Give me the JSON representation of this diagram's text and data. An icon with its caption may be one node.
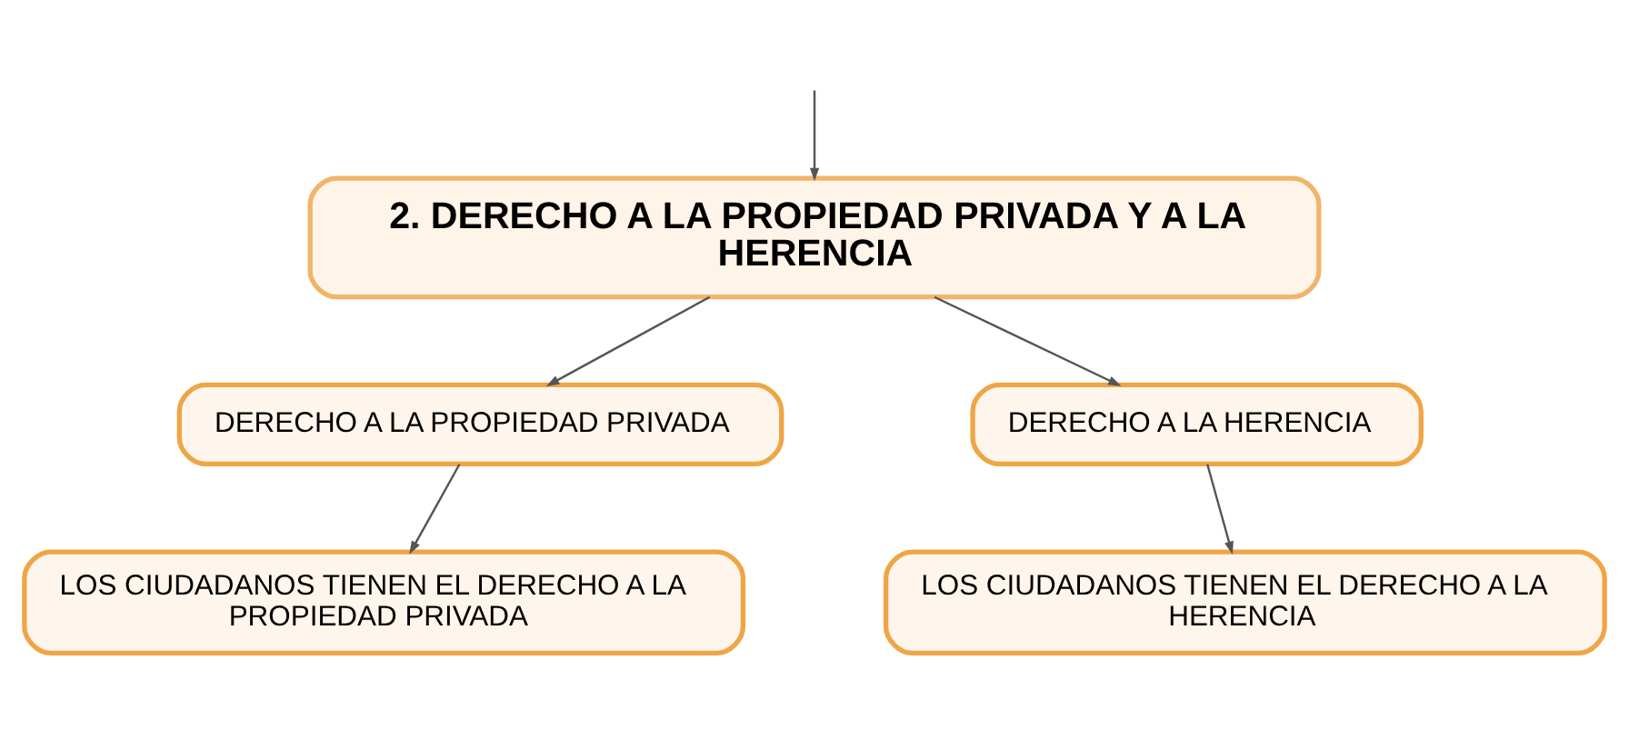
{
  "diagram": {
    "nodes": [
      {
        "text": [
          "2. DERECHO A LA PROPIEDAD PRIVADA Y A LA HERENCIA"
        ]
      },
      {
        "text": [
          "DERECHO A LA PROPIEDAD PRIVADA"
        ]
      },
      {
        "text": [
          "DERECHO A LA HERENCIA"
        ]
      },
      {
        "text": [
          "LOS CIUDADANOS TIENEN EL DERECHO A LA PROPIEDAD PRIVADA"
        ]
      },
      {
        "text": [
          "LOS CIUDADANOS TIENEN EL DERECHO A LA HERENCIA"
        ]
      }
    ],
    "edges": [
      {
        "from": null,
        "to": 0,
        "arrow": "to"
      },
      {
        "from": 0,
        "to": 1,
        "arrow": "to"
      },
      {
        "from": 0,
        "to": 2,
        "arrow": "to"
      },
      {
        "from": 1,
        "to": 3,
        "arrow": "to"
      },
      {
        "from": 2,
        "to": 4,
        "arrow": "to"
      }
    ]
  }
}
